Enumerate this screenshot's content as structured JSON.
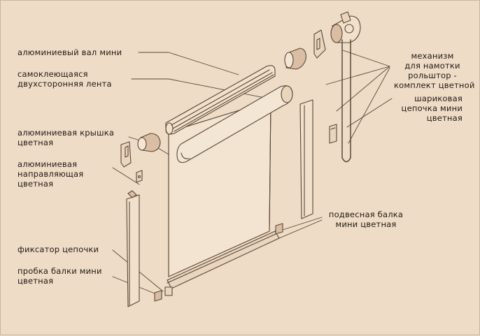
{
  "labels": {
    "aluminum_shaft": "алюминиевый вал мини",
    "tape_line1": "самоклеющаяся",
    "tape_line2": "двухсторонняя лента",
    "cover_line1": "алюминиевая крышка",
    "cover_line2": "цветная",
    "guide_line1": "алюминиевая",
    "guide_line2": "направляющая",
    "guide_line3": "цветная",
    "chain_lock": "фиксатор цепочки",
    "plug_line1": "пробка балки мини",
    "plug_line2": "цветная",
    "mechanism_line1": "механизм",
    "mechanism_line2": "для намотки",
    "mechanism_line3": "рольштор -",
    "mechanism_line4": "комплект цветной",
    "chain_line1": "шариковая",
    "chain_line2": "цепочка мини",
    "chain_line3": "цветная",
    "bar_line1": "подвесная балка",
    "bar_line2": "мини цветная"
  },
  "colors": {
    "background": "#efdcc6",
    "line": "#5a4636",
    "part_fill": "#f4e6d4",
    "part_shade": "#d9bea4",
    "text": "#1e1a16"
  }
}
